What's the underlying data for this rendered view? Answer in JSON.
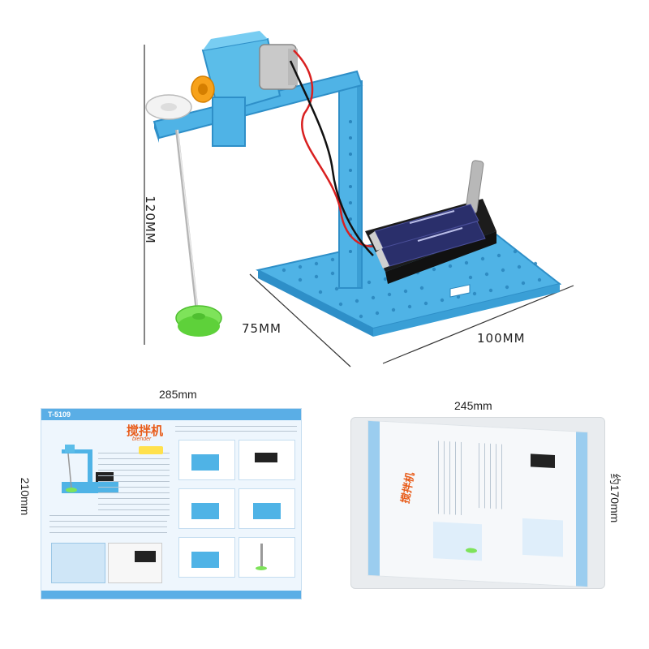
{
  "top_model": {
    "height_label": "120MM",
    "depth_label": "75MM",
    "width_label": "100MM"
  },
  "manual": {
    "width_label": "285mm",
    "height_label": "210mm",
    "code": "T-5109",
    "title_cn": "搅拌机",
    "title_en": "blender"
  },
  "package": {
    "width_label": "245mm",
    "height_label": "约170mm",
    "title_cn": "搅拌机"
  },
  "colors": {
    "plastic_blue": "#4fb3e6",
    "plastic_dark": "#2e8fc8",
    "gear_orange": "#f7a21b",
    "impeller_green": "#7ee35a",
    "battery": "#2a2f6b",
    "manual_header": "#5aaee6"
  }
}
